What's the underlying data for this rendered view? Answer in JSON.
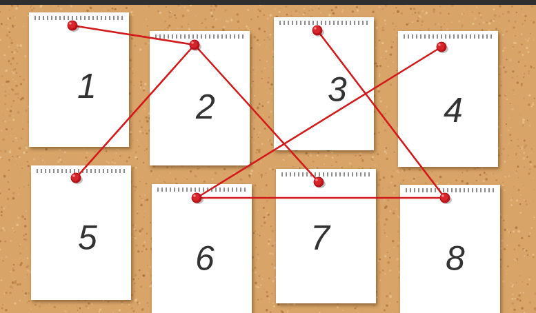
{
  "diagram": {
    "nodes": [
      {
        "text": [
          "1"
        ]
      },
      {
        "text": [
          "2"
        ]
      },
      {
        "text": [
          "3"
        ]
      },
      {
        "text": [
          "4"
        ]
      },
      {
        "text": [
          "5"
        ]
      },
      {
        "text": [
          "6"
        ]
      },
      {
        "text": [
          "7"
        ]
      },
      {
        "text": [
          "8"
        ]
      }
    ],
    "edges": [
      {
        "from": 0,
        "to": 1,
        "arrow": "none"
      },
      {
        "from": 1,
        "to": 4,
        "arrow": "none"
      },
      {
        "from": 1,
        "to": 6,
        "arrow": "none"
      },
      {
        "from": 2,
        "to": 7,
        "arrow": "none"
      },
      {
        "from": 3,
        "to": 5,
        "arrow": "none"
      },
      {
        "from": 5,
        "to": 7,
        "arrow": "none"
      }
    ]
  }
}
